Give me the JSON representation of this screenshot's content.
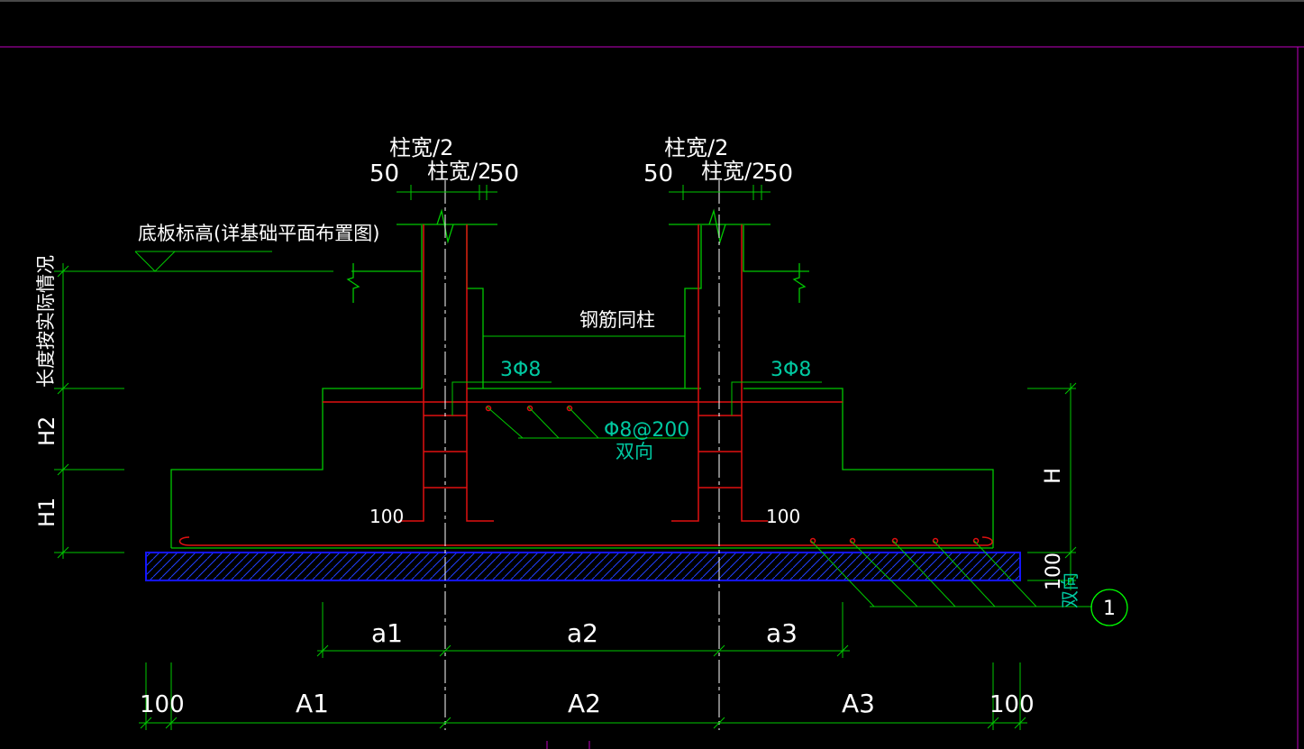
{
  "colors": {
    "background": "#000000",
    "outline": "#00c800",
    "rebar": "#e01010",
    "dimension": "#00c800",
    "text": "#ffffff",
    "annotation": "#00c8a0",
    "screed": "#1414ff",
    "hatch": "#2040ff",
    "centerline": "#ffffff",
    "magenta": "#c000c0",
    "callout": "#00ff00"
  },
  "labels": {
    "col_half_left_top": "柱宽/2",
    "col_half_left_bottom": "柱宽/2",
    "col_half_right_top": "柱宽/2",
    "col_half_right_bottom": "柱宽/2",
    "dim_50_ll": "50",
    "dim_50_lr": "50",
    "dim_50_rl": "50",
    "dim_50_rr": "50",
    "slab_elevation": "底板标高(详基础平面布置图)",
    "length_per_site": "长度按实际情况",
    "rebar_same_as_column": "钢筋同柱",
    "stirrup_left": "3Φ8",
    "stirrup_right": "3Φ8",
    "mesh_spec": "Φ8@200",
    "mesh_bidirectional": "双向",
    "bottom_bidirectional": "双向",
    "h2": "H2",
    "h1": "H1",
    "h": "H",
    "dim_100_screed": "100",
    "hook_100_left": "100",
    "hook_100_right": "100",
    "a1": "a1",
    "a2": "a2",
    "a3": "a3",
    "A1": "A1",
    "A2": "A2",
    "A3": "A3",
    "dim_100_left": "100",
    "dim_100_right": "100",
    "callout_number": "1"
  }
}
